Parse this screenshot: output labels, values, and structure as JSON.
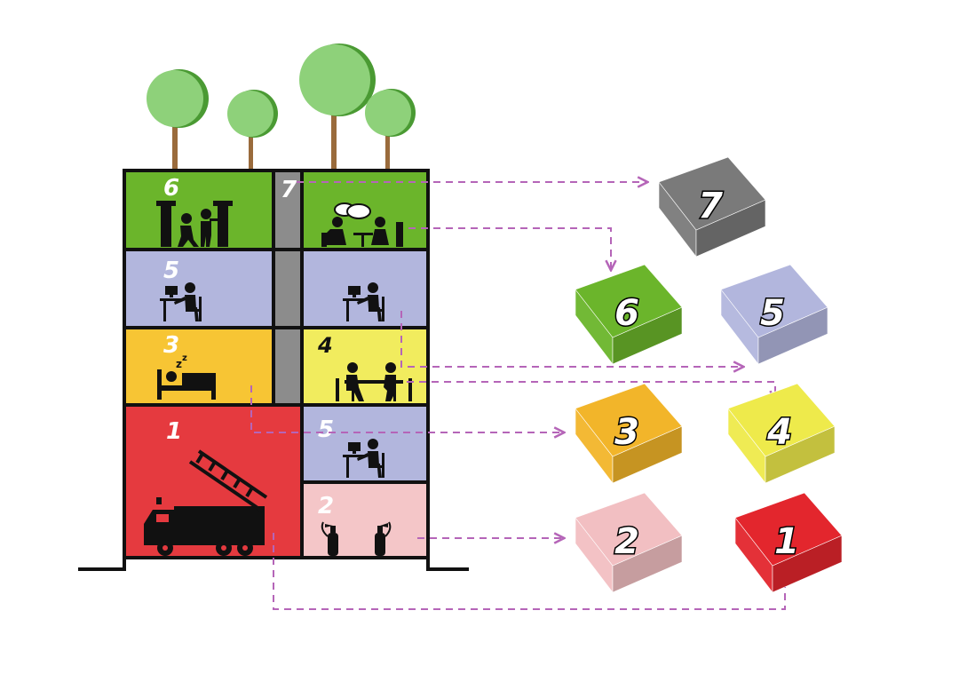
{
  "floors": [
    {
      "id": "r6",
      "label": "6",
      "color": "#6bb52b",
      "icon": "workers-with-pillars-icon"
    },
    {
      "id": "r7",
      "label": "7",
      "color": "#8c8c8c",
      "icon": "elevator-shaft"
    },
    {
      "id": "r7b",
      "label": "",
      "color": "#6bb52b",
      "icon": "meeting-chat-icon"
    },
    {
      "id": "r5a",
      "label": "5",
      "color": "#b2b6dd",
      "icon": "desk-worker-icon"
    },
    {
      "id": "r5b",
      "label": "",
      "color": "#b2b6dd",
      "icon": "desk-worker-icon"
    },
    {
      "id": "r3",
      "label": "3",
      "color": "#f7c534",
      "icon": "sleeping-bed-icon"
    },
    {
      "id": "r4",
      "label": "4",
      "color": "#f1ec5e",
      "icon": "table-meeting-icon"
    },
    {
      "id": "r1",
      "label": "1",
      "color": "#e53a3f",
      "icon": "fire-truck-icon"
    },
    {
      "id": "r5c",
      "label": "5",
      "color": "#b2b6dd",
      "icon": "desk-worker-icon"
    },
    {
      "id": "r2",
      "label": "2",
      "color": "#f4c6c8",
      "icon": "fire-extinguisher-icon"
    }
  ],
  "blocks": [
    {
      "label": "7",
      "color": "#7a7a7a"
    },
    {
      "label": "6",
      "color": "#6bb52b"
    },
    {
      "label": "5",
      "color": "#b2b6dd"
    },
    {
      "label": "3",
      "color": "#f2b52a"
    },
    {
      "label": "4",
      "color": "#eeea4b"
    },
    {
      "label": "2",
      "color": "#f2bfc2"
    },
    {
      "label": "1",
      "color": "#e3262d"
    }
  ],
  "colors": {
    "arrow": "#b565b8",
    "tree_crown": "#8ed17a",
    "tree_trunk": "#9a6b3c",
    "wall": "#111111"
  }
}
